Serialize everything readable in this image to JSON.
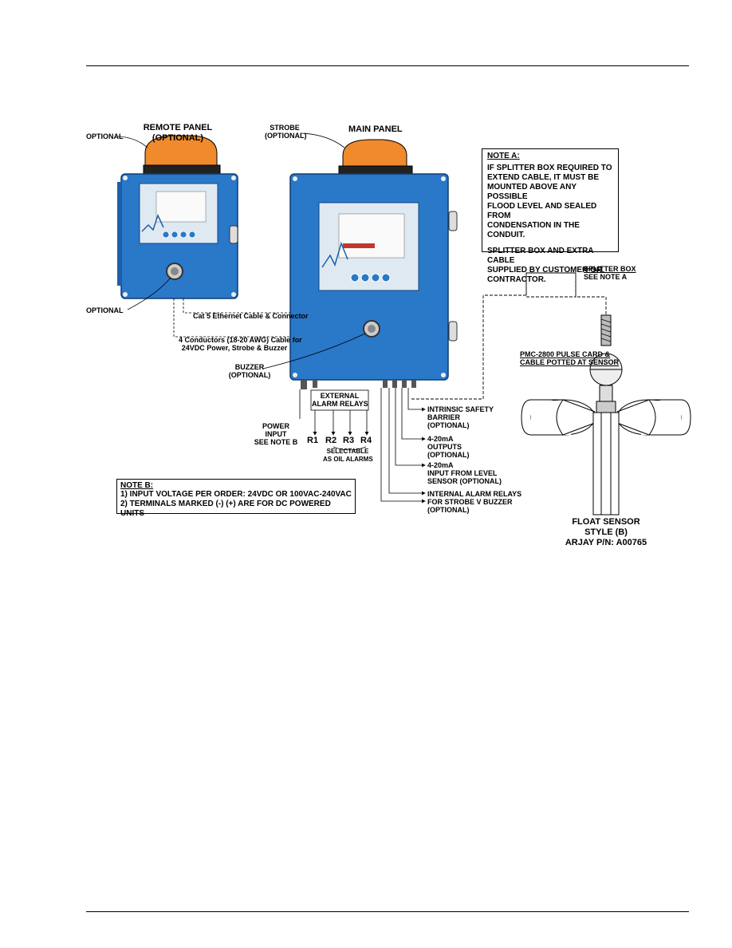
{
  "labels": {
    "remote_panel": [
      "REMOTE PANEL",
      "(OPTIONAL)"
    ],
    "optional_top": "OPTIONAL",
    "optional_button": "OPTIONAL",
    "strobe": [
      "STROBE",
      "(OPTIONAL)"
    ],
    "main_panel": "MAIN PANEL",
    "cat5": "Cat 5 Ethernet Cable & Connector",
    "conductors": [
      "4 Conductors (18-20 AWG) Cable for",
      "24VDC Power, Strobe & Buzzer"
    ],
    "buzzer": [
      "BUZZER",
      "(OPTIONAL)"
    ],
    "power_input": [
      "POWER",
      "INPUT",
      "SEE NOTE B"
    ],
    "external_relays": [
      "EXTERNAL",
      "ALARM RELAYS"
    ],
    "relays": [
      "R1",
      "R2",
      "R3",
      "R4"
    ],
    "selectable": [
      "SELECTABLE",
      "AS OIL ALARMS"
    ],
    "intrinsic": [
      "INTRINSIC SAFETY",
      "BARRIER",
      "(OPTIONAL)"
    ],
    "outputs": [
      "4-20mA",
      "OUTPUTS",
      "(OPTIONAL)"
    ],
    "input_level": [
      "4-20mA",
      "INPUT FROM LEVEL",
      "SENSOR (OPTIONAL)"
    ],
    "internal_relays": [
      "INTERNAL ALARM RELAYS",
      "FOR STROBE V BUZZER",
      "(OPTIONAL)"
    ],
    "splitter": [
      "SPLITTER BOX",
      "SEE NOTE A"
    ],
    "pulse_card": [
      "PMC-2800 PULSE CARD &",
      "CABLE POTTED AT SENSOR"
    ],
    "float_sensor": [
      "FLOAT SENSOR",
      "STYLE (B)",
      "ARJAY P/N: A00765"
    ]
  },
  "note_a": {
    "heading": "NOTE A:",
    "lines": [
      "IF SPLITTER BOX REQUIRED TO",
      "EXTEND CABLE, IT MUST BE",
      "MOUNTED ABOVE ANY POSSIBLE",
      "FLOOD LEVEL AND SEALED FROM",
      "CONDENSATION IN THE CONDUIT."
    ],
    "lines2": [
      "SPLITTER BOX AND EXTRA CABLE",
      "SUPPLIED BY CUSTOMER OR",
      "CONTRACTOR."
    ]
  },
  "note_b": {
    "heading": "NOTE B:",
    "lines": [
      "1) INPUT VOLTAGE PER ORDER: 24VDC OR 100VAC-240VAC",
      "2) TERMINALS MARKED (-) (+) ARE FOR DC POWERED UNITS"
    ]
  },
  "colors": {
    "panel_blue": "#2a78c8",
    "panel_dark": "#1d5ea8",
    "strobe_orange": "#f08a2c",
    "screen_bg": "#f2f2f2"
  }
}
